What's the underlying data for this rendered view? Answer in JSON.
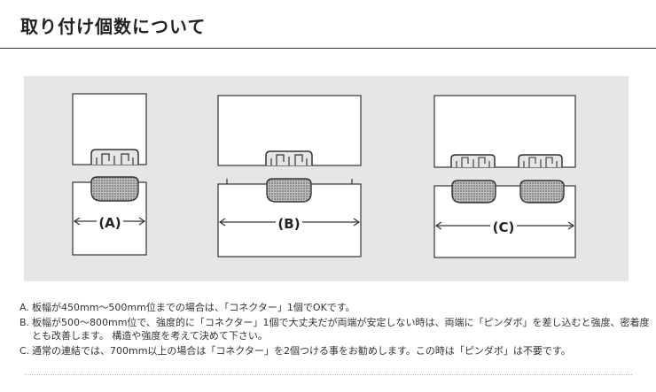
{
  "header": {
    "title": "取り付け個数について"
  },
  "figure": {
    "labels": {
      "a": "(A)",
      "b": "(B)",
      "c": "(C)"
    }
  },
  "notes": [
    {
      "letter": "A.",
      "text": "板幅が450mm〜500mm位までの場合は、「コネクター」1個でOKです。"
    },
    {
      "letter": "B.",
      "text": "板幅が500〜800mm位で、強度的に「コネクター」1個で大丈夫だが両端が安定しない時は、両端に「ピンダボ」を差し込むと強度、密着度とも改善します。 構造や強度を考えて決めて下さい。"
    },
    {
      "letter": "C.",
      "text": "通常の連結では、700mm以上の場合は「コネクター」を2個つける事をお勧めします。この時は「ピンダボ」は不要です。"
    }
  ]
}
